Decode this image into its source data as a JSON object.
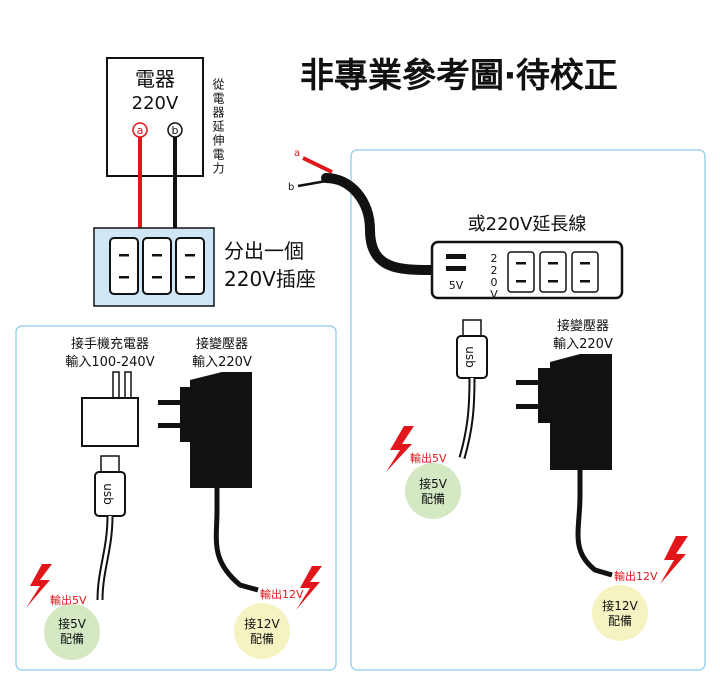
{
  "title": "非專業參考圖‧待校正",
  "appliance": {
    "name": "電器",
    "voltage": "220V",
    "terminal_a": "a",
    "terminal_b": "b",
    "extension_note": "從電器延伸電力"
  },
  "outlet_note": {
    "line1": "分出一個",
    "line2": "220V插座"
  },
  "left_panel": {
    "phone_charger": {
      "label": "接手機充電器",
      "input": "輸入100-240V",
      "usb_label": "usb",
      "output": "輸出5V",
      "connect": {
        "line1": "接5V",
        "line2": "配備"
      }
    },
    "transformer": {
      "label": "接變壓器",
      "input": "輸入220V",
      "output": "輸出12V",
      "connect": {
        "line1": "接12V",
        "line2": "配備"
      }
    }
  },
  "right_panel": {
    "wire_a": "a",
    "wire_b": "b",
    "strip_label": "或220V延長線",
    "usb_port_label": "5V",
    "strip_voltage_chars": [
      "2",
      "2",
      "0",
      "V"
    ],
    "usb_label": "usb",
    "usb_output": "輸出5V",
    "usb_connect": {
      "line1": "接5V",
      "line2": "配備"
    },
    "transformer": {
      "label": "接變壓器",
      "input": "輸入220V",
      "output": "輸出12V",
      "connect": {
        "line1": "接12V",
        "line2": "配備"
      }
    }
  },
  "colors": {
    "red_wire": "#e0161b",
    "panel_border": "#9fd3ef",
    "outlet_bg": "#cfe6f7",
    "badge_green": "#d3e8c3",
    "badge_yellow": "#f5f3c2"
  }
}
